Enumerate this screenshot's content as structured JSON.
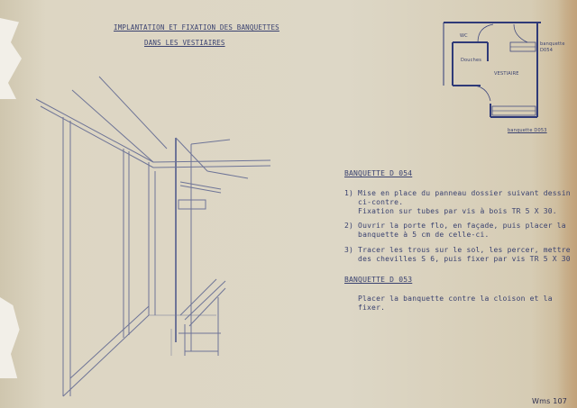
{
  "title": {
    "line1": "IMPLANTATION ET FIXATION DES BANQUETTES",
    "line2": "DANS LES VESTIAIRES"
  },
  "plan": {
    "wc": "WC",
    "douches": "Douches",
    "vestiaire": "VESTIAIRE",
    "label_d054": "banquette D054",
    "label_d053": "banquette D053"
  },
  "section_d054": {
    "heading": "BANQUETTE D 054",
    "steps": [
      "1) Mise en place du panneau dossier suivant dessin\n   ci-contre.\n   Fixation sur tubes par vis à bois TR 5 X 30.",
      "2) Ouvrir la porte flo, en façade, puis placer la\n   banquette à 5 cm de celle-ci.",
      "3) Tracer les trous sur le sol, les percer, mettre\n   des chevilles S 6, puis fixer par vis TR 5 X 30"
    ]
  },
  "section_d053": {
    "heading": "BANQUETTE D 053",
    "text": "Placer la banquette contre la cloison et la\nfixer."
  },
  "footer": {
    "ref": "Wms 107"
  }
}
